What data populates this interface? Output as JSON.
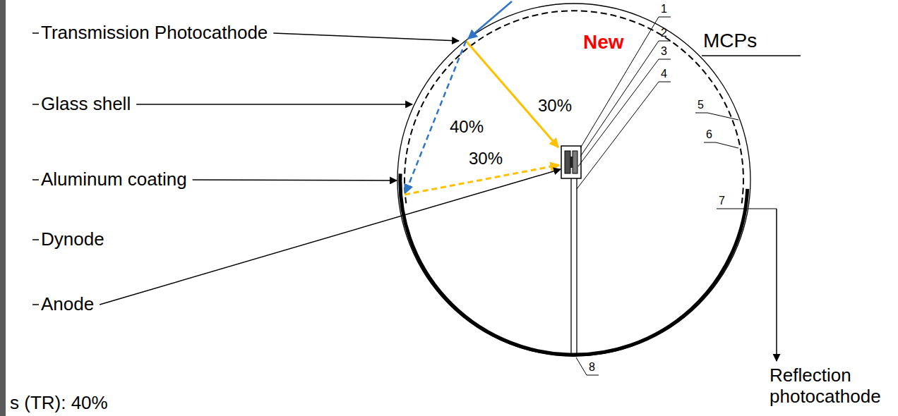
{
  "diagram": {
    "labels": [
      "Transmission Photocathode",
      "New",
      "1",
      "2",
      "MCPs",
      "3",
      "4",
      "Glass shell",
      "5",
      "30%",
      "40%",
      "6",
      "30%",
      "Aluminum coating",
      "7",
      "Dynode",
      "Anode",
      "8",
      "Reflection photocathode",
      "s (TR): 40%"
    ]
  }
}
